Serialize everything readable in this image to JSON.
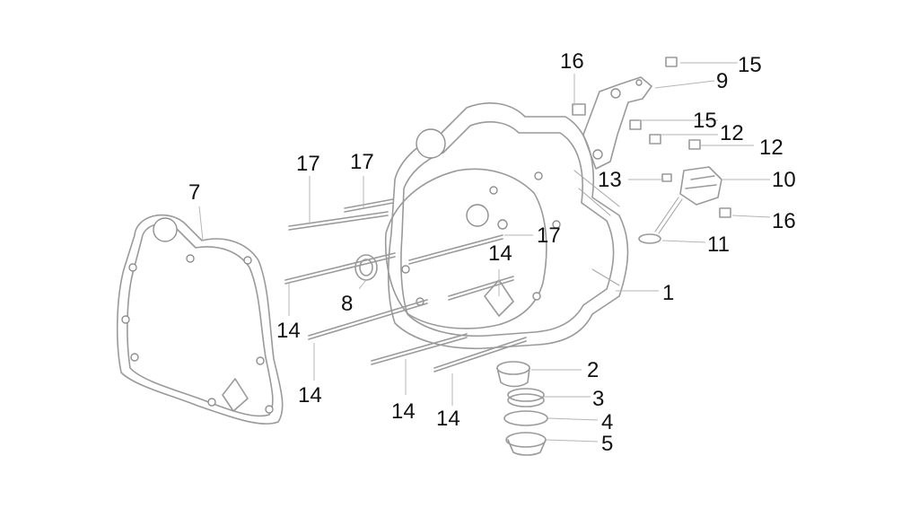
{
  "callouts": {
    "c7": "7",
    "c17a": "17",
    "c17b": "17",
    "c17c": "17",
    "c16a": "16",
    "c16b": "16",
    "c15a": "15",
    "c15b": "15",
    "c9": "9",
    "c12a": "12",
    "c12b": "12",
    "c13": "13",
    "c10": "10",
    "c11": "11",
    "c14a": "14",
    "c14b": "14",
    "c14c": "14",
    "c14d": "14",
    "c14e": "14",
    "c8": "8",
    "c1": "1",
    "c2": "2",
    "c3": "3",
    "c4": "4",
    "c5": "5"
  }
}
